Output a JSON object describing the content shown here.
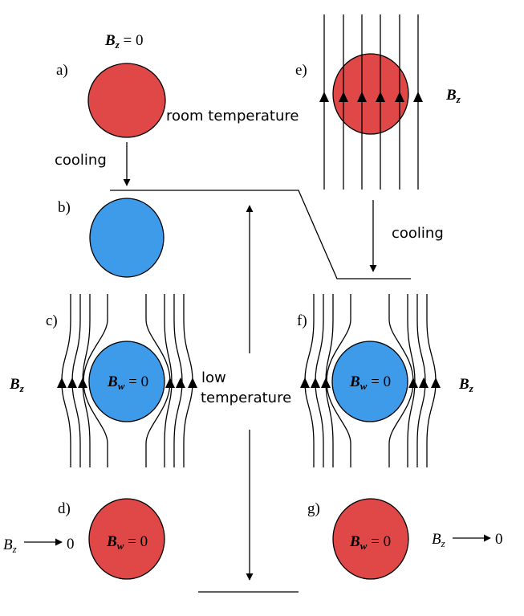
{
  "colors": {
    "warm": "#e04848",
    "cold": "#3d9be9",
    "line": "#000000"
  },
  "labels": {
    "a": "a)",
    "b": "b)",
    "c": "c)",
    "d": "d)",
    "e": "e)",
    "f": "f)",
    "g": "g)"
  },
  "text": {
    "room_temperature": "room temperature",
    "cooling": "cooling",
    "low": "low",
    "temperature": "temperature",
    "zero": "0",
    "eq_zero": " = 0"
  },
  "symbols": {
    "B": "B",
    "z": "z",
    "w": "w"
  }
}
